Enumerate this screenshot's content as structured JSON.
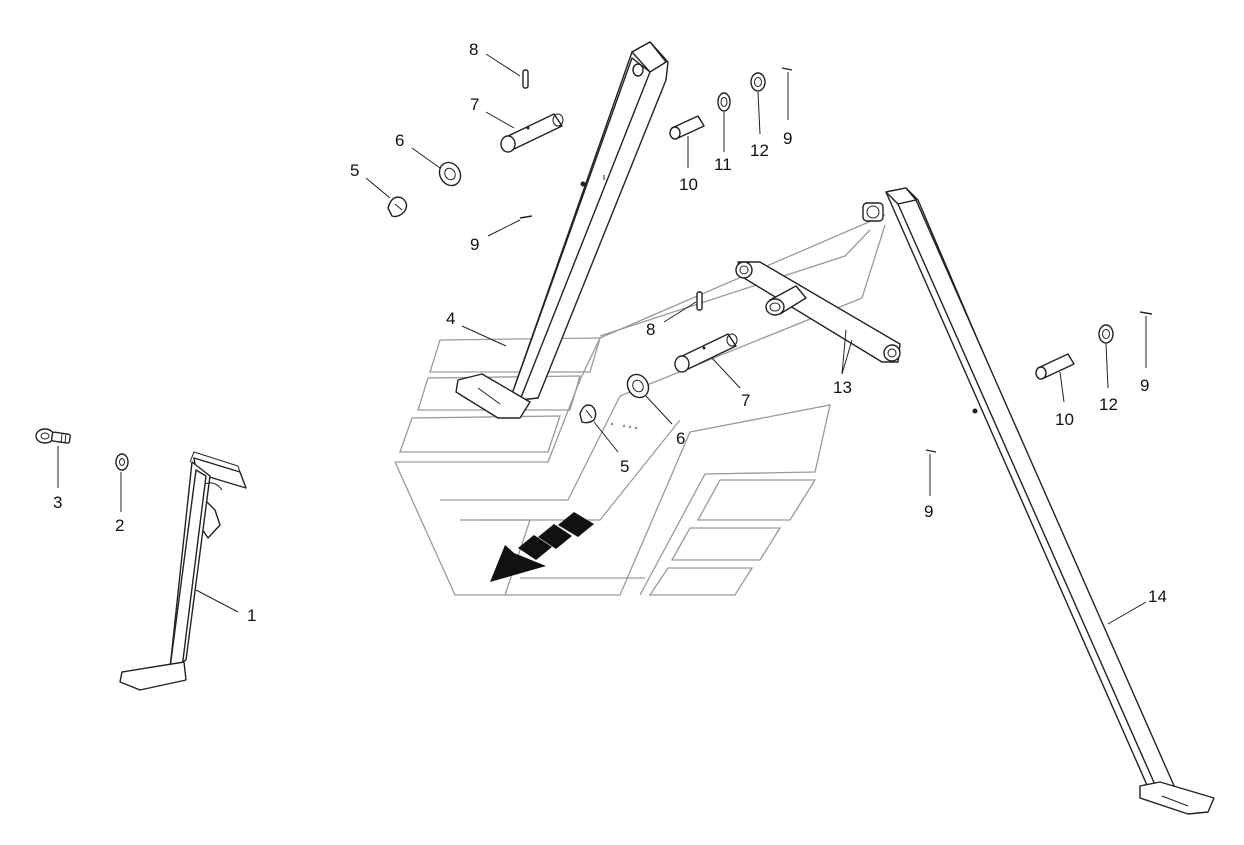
{
  "diagram": {
    "labels": {
      "p1": "1",
      "p2": "2",
      "p3": "3",
      "p4": "4",
      "p5a": "5",
      "p5b": "5",
      "p6a": "6",
      "p6b": "6",
      "p7a": "7",
      "p7b": "7",
      "p8a": "8",
      "p8b": "8",
      "p9a": "9",
      "p9b": "9",
      "p9c": "9",
      "p9d": "9",
      "p10a": "10",
      "p10b": "10",
      "p11": "11",
      "p12a": "12",
      "p12b": "12",
      "p13": "13",
      "p14": "14"
    },
    "colors": {
      "line": "#222222",
      "background_outline": "#9a9a9a",
      "arrow": "#111111"
    }
  }
}
